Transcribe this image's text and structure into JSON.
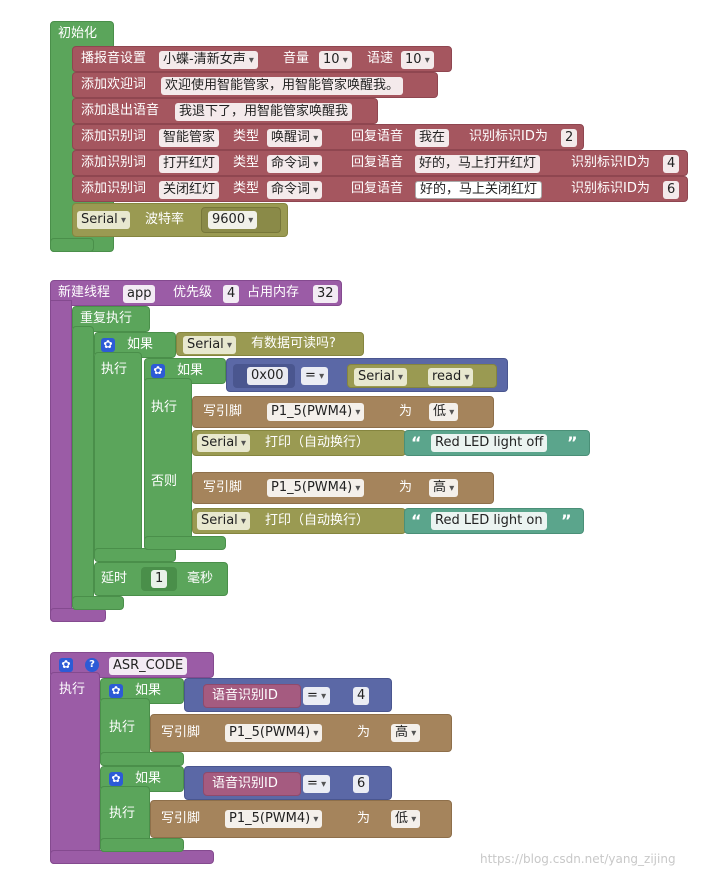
{
  "init": {
    "header": "初始化",
    "tts": {
      "label": "播报音设置",
      "voice": "小蝶-清新女声",
      "vol_label": "音量",
      "vol": "10",
      "speed_label": "语速",
      "speed": "10"
    },
    "welcome": {
      "label": "添加欢迎词",
      "text": "欢迎使用智能管家，用智能管家唤醒我。"
    },
    "exit": {
      "label": "添加退出语音",
      "text": "我退下了，用智能管家唤醒我"
    },
    "words": [
      {
        "label": "添加识别词",
        "word": "智能管家",
        "type_label": "类型",
        "type": "唤醒词",
        "reply_label": "回复语音",
        "reply": "我在",
        "id_label": "识别标识ID为",
        "id": "2"
      },
      {
        "label": "添加识别词",
        "word": "打开红灯",
        "type_label": "类型",
        "type": "命令词",
        "reply_label": "回复语音",
        "reply": "好的，马上打开红灯",
        "id_label": "识别标识ID为",
        "id": "4"
      },
      {
        "label": "添加识别词",
        "word": "关闭红灯",
        "type_label": "类型",
        "type": "命令词",
        "reply_label": "回复语音",
        "reply": "好的，马上关闭红灯",
        "id_label": "识别标识ID为",
        "id": "6"
      }
    ],
    "serial": {
      "port": "Serial",
      "baud_label": "波特率",
      "baud": "9600"
    }
  },
  "thread": {
    "label": "新建线程",
    "name": "app",
    "prio_label": "优先级",
    "prio": "4",
    "mem_label": "占用内存",
    "mem": "32",
    "loop_label": "重复执行",
    "if_label": "如果",
    "do_label": "执行",
    "else_label": "否则",
    "avail_port": "Serial",
    "avail_label": "有数据可读吗?",
    "hex": "0x00",
    "op": "=",
    "read_port": "Serial",
    "read_label": "read",
    "write_label": "写引脚",
    "pin": "P1_5(PWM4)",
    "as_label": "为",
    "low": "低",
    "high": "高",
    "print_port": "Serial",
    "print_label": "打印（自动换行）",
    "msg_off": "Red LED light off",
    "msg_on": "Red LED light on",
    "delay_label": "延时",
    "delay": "1",
    "ms_label": "毫秒"
  },
  "asr": {
    "name": "ASR_CODE",
    "help": "?",
    "do_label": "执行",
    "if_label": "如果",
    "id_label": "语音识别ID",
    "op": "=",
    "id1": "4",
    "id2": "6",
    "write_label": "写引脚",
    "pin": "P1_5(PWM4)",
    "as_label": "为",
    "high": "高",
    "low": "低"
  },
  "watermark": "https://blog.csdn.net/yang_zijing",
  "colors": {
    "green": "#5ba55b",
    "red": "#a5565f",
    "olive": "#9a9a52",
    "brown": "#a5845c",
    "purple": "#9b5ca6",
    "blue": "#5b68a6",
    "teal": "#5ba58c"
  }
}
